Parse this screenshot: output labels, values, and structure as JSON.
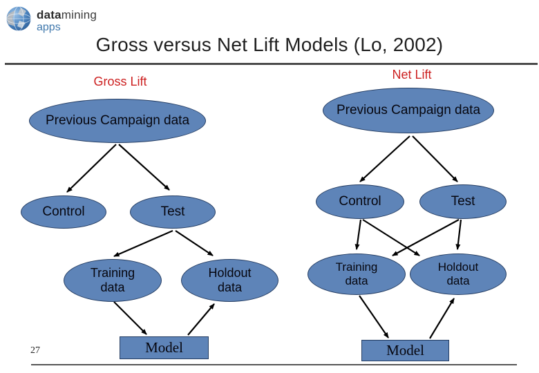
{
  "logo": {
    "brand_bold": "data",
    "brand_rest": "mining",
    "brand_sub": "apps"
  },
  "title": "Gross versus Net Lift Models (Lo, 2002)",
  "footer": {
    "page_number": "27"
  },
  "colors": {
    "node_fill": "#5e84b8",
    "node_border": "#263e63",
    "heading_red": "#cc1f1f",
    "arrow": "#000000",
    "title_text": "#1f1f1f",
    "rule_gray": "#4a4a4a",
    "logo_apps_blue": "#4179ad"
  },
  "diagrams": {
    "gross": {
      "label": "Gross Lift",
      "nodes": {
        "source": "Previous Campaign data",
        "control": "Control",
        "test": "Test",
        "training": "Training data",
        "holdout": "Holdout data",
        "model": "Model"
      },
      "edges": [
        {
          "from": "source",
          "to": "control"
        },
        {
          "from": "source",
          "to": "test"
        },
        {
          "from": "test",
          "to": "training"
        },
        {
          "from": "test",
          "to": "holdout"
        },
        {
          "from": "training",
          "to": "model"
        },
        {
          "from": "model",
          "to": "holdout"
        }
      ]
    },
    "net": {
      "label": "Net Lift",
      "nodes": {
        "source": "Previous Campaign data",
        "control": "Control",
        "test": "Test",
        "training": "Training data",
        "holdout": "Holdout data",
        "model": "Model"
      },
      "edges": [
        {
          "from": "source",
          "to": "control"
        },
        {
          "from": "source",
          "to": "test"
        },
        {
          "from": "control",
          "to": "training"
        },
        {
          "from": "control",
          "to": "holdout"
        },
        {
          "from": "test",
          "to": "training"
        },
        {
          "from": "test",
          "to": "holdout"
        },
        {
          "from": "training",
          "to": "model"
        },
        {
          "from": "model",
          "to": "holdout"
        }
      ]
    }
  }
}
